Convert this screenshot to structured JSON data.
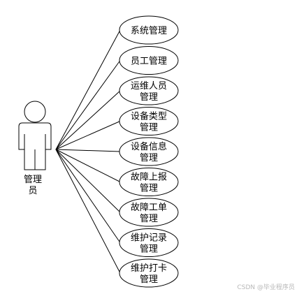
{
  "actor": {
    "label_lines": [
      "管理",
      "员"
    ]
  },
  "use_cases": [
    {
      "lines": [
        "系统管理"
      ]
    },
    {
      "lines": [
        "员工管理"
      ]
    },
    {
      "lines": [
        "运维人员",
        "管理"
      ]
    },
    {
      "lines": [
        "设备类型",
        "管理"
      ]
    },
    {
      "lines": [
        "设备信息",
        "管理"
      ]
    },
    {
      "lines": [
        "故障上报",
        "管理"
      ]
    },
    {
      "lines": [
        "故障工单",
        "管理"
      ]
    },
    {
      "lines": [
        "维护记录",
        "管理"
      ]
    },
    {
      "lines": [
        "维护打卡",
        "管理"
      ]
    }
  ],
  "watermark": "CSDN @毕业程序员"
}
